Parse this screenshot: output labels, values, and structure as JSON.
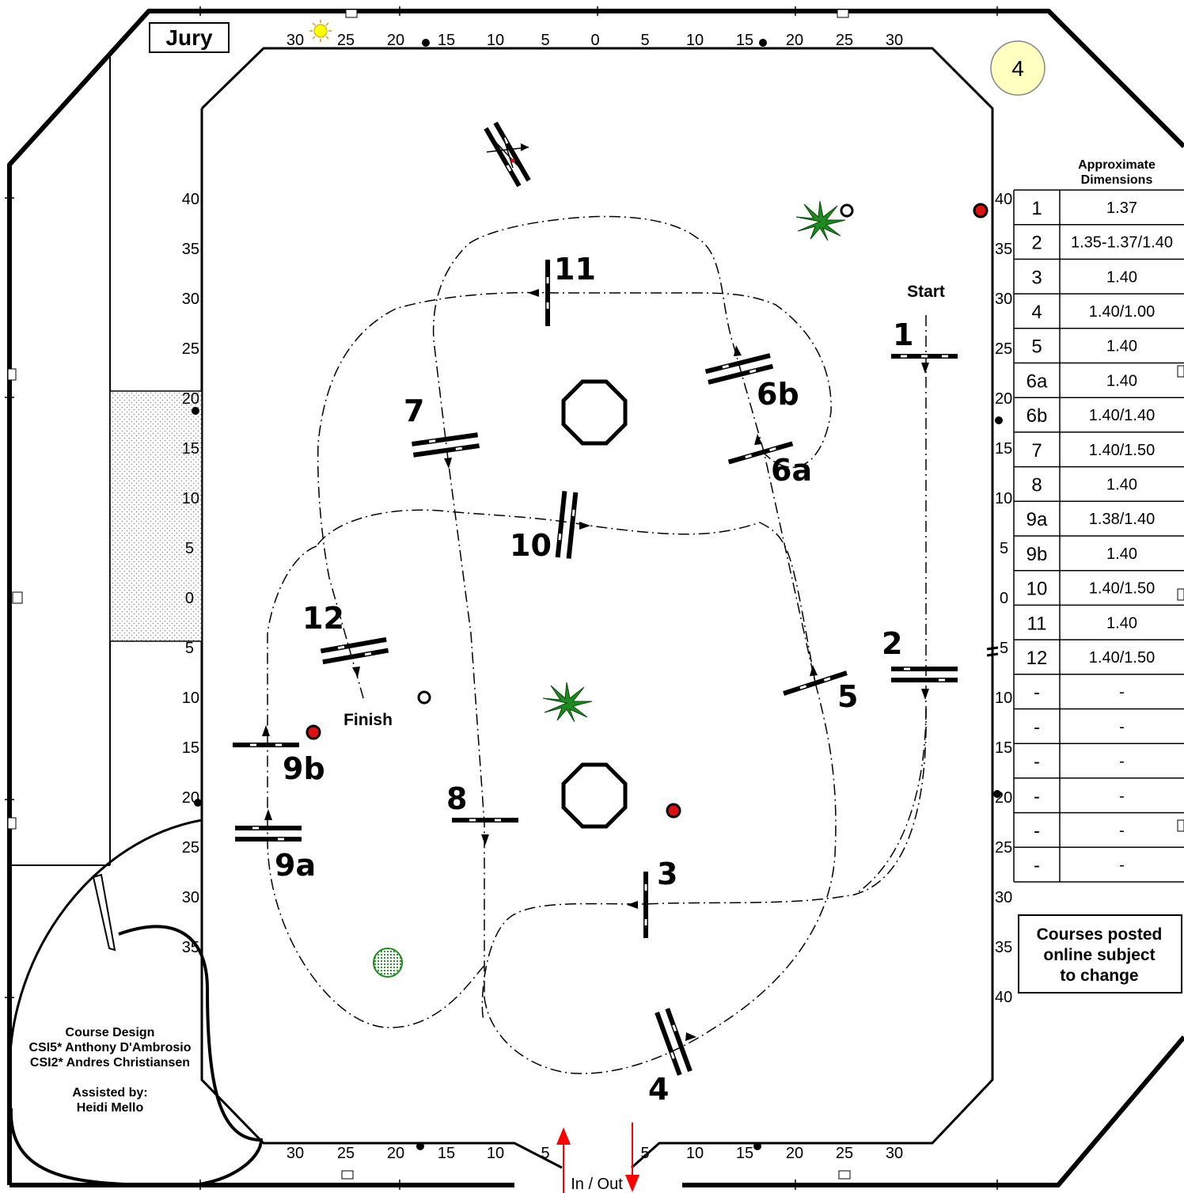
{
  "jury_label": "Jury",
  "course_badge": "4",
  "start_label": "Start",
  "finish_label": "Finish",
  "in_out_label": "In / Out",
  "dimensions_title_line1": "Approximate",
  "dimensions_title_line2": "Dimensions",
  "dimensions": [
    {
      "num": "1",
      "val": "1.37"
    },
    {
      "num": "2",
      "val": "1.35-1.37/1.40"
    },
    {
      "num": "3",
      "val": "1.40"
    },
    {
      "num": "4",
      "val": "1.40/1.00"
    },
    {
      "num": "5",
      "val": "1.40"
    },
    {
      "num": "6a",
      "val": "1.40"
    },
    {
      "num": "6b",
      "val": "1.40/1.40"
    },
    {
      "num": "7",
      "val": "1.40/1.50"
    },
    {
      "num": "8",
      "val": "1.40"
    },
    {
      "num": "9a",
      "val": "1.38/1.40"
    },
    {
      "num": "9b",
      "val": "1.40"
    },
    {
      "num": "10",
      "val": "1.40/1.50"
    },
    {
      "num": "11",
      "val": "1.40"
    },
    {
      "num": "12",
      "val": "1.40/1.50"
    },
    {
      "num": "-",
      "val": "-"
    },
    {
      "num": "-",
      "val": "-"
    },
    {
      "num": "-",
      "val": "-"
    },
    {
      "num": "-",
      "val": "-"
    },
    {
      "num": "-",
      "val": "-"
    },
    {
      "num": "-",
      "val": "-"
    }
  ],
  "notice": [
    "Courses posted",
    "online subject",
    "to change"
  ],
  "credits": {
    "heading": "Course Design",
    "designer1": "CSI5* Anthony D'Ambrosio",
    "designer2": "CSI2* Andres Christiansen",
    "assist_heading": "Assisted by:",
    "assistant": "Heidi Mello"
  },
  "fence_labels": {
    "f1": "1",
    "f2": "2",
    "f3": "3",
    "f4": "4",
    "f5": "5",
    "f6a": "6a",
    "f6b": "6b",
    "f7": "7",
    "f8": "8",
    "f9a": "9a",
    "f9b": "9b",
    "f10": "10",
    "f11": "11",
    "f12": "12"
  },
  "scale_top": [
    "30",
    "25",
    "20",
    "15",
    "10",
    "5",
    "0",
    "5",
    "10",
    "15",
    "20",
    "25",
    "30"
  ],
  "scale_bottom": [
    "30",
    "25",
    "20",
    "15",
    "10",
    "5",
    "5",
    "10",
    "15",
    "20",
    "25",
    "30"
  ],
  "scale_left": [
    "40",
    "35",
    "30",
    "25",
    "20",
    "15",
    "10",
    "5",
    "0",
    "5",
    "10",
    "15",
    "20",
    "25",
    "30",
    "35"
  ],
  "scale_right": [
    "40",
    "35",
    "30",
    "25",
    "20",
    "15",
    "10",
    "5",
    "0",
    "5",
    "10",
    "15",
    "20",
    "25",
    "30",
    "35",
    "40"
  ],
  "colors": {
    "badge_fill": "#ffffc0",
    "sun": "#ffff00",
    "plant": "#1f8a1f",
    "marker_red": "#e01010",
    "arrow_red": "#ff0000"
  }
}
